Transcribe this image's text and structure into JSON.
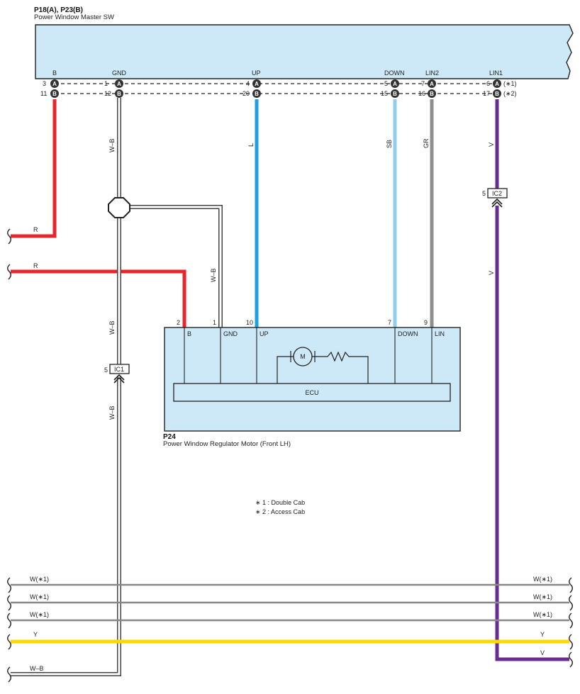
{
  "master_switch": {
    "code": "P18(A), P23(B)",
    "name": "Power Window Master SW",
    "terminals": [
      {
        "label": "B",
        "a_pin": "3",
        "b_pin": "11",
        "a_suffix": "",
        "b_suffix": ""
      },
      {
        "label": "GND",
        "a_pin": "1",
        "b_pin": "12",
        "a_suffix": "",
        "b_suffix": ""
      },
      {
        "label": "UP",
        "a_pin": "4",
        "b_pin": "20",
        "a_suffix": "",
        "b_suffix": ""
      },
      {
        "label": "DOWN",
        "a_pin": "5",
        "b_pin": "15",
        "a_suffix": "",
        "b_suffix": ""
      },
      {
        "label": "LIN2",
        "a_pin": "7",
        "b_pin": "16",
        "a_suffix": "",
        "b_suffix": ""
      },
      {
        "label": "LIN1",
        "a_pin": "6",
        "b_pin": "17",
        "a_suffix": "(∗1)",
        "b_suffix": "(∗2)"
      }
    ],
    "connector_a": "A",
    "connector_b": "B"
  },
  "motor": {
    "code": "P24",
    "name": "Power Window Regulator Motor (Front LH)",
    "terminals": [
      {
        "label": "B",
        "pin": "2"
      },
      {
        "label": "GND",
        "pin": "1"
      },
      {
        "label": "UP",
        "pin": "10"
      },
      {
        "label": "DOWN",
        "pin": "7"
      },
      {
        "label": "LIN",
        "pin": "9"
      }
    ],
    "motor_symbol": "M",
    "ecu_label": "ECU"
  },
  "wire_labels": {
    "gnd_upper": "W–B",
    "gnd_branch": "W–B",
    "gnd_lower": "W–B",
    "gnd_ic1": "W–B",
    "up": "L",
    "down": "SB",
    "lin2": "GR",
    "lin1_upper": "V",
    "lin1_lower": "V",
    "r_top": "R",
    "r_mid": "R"
  },
  "inline_connectors": [
    {
      "pin": "5",
      "name": "IC1"
    },
    {
      "pin": "5",
      "name": "IC2"
    }
  ],
  "notes": [
    "∗ 1 : Double Cab",
    "∗ 2 : Access Cab"
  ],
  "bus_lines": {
    "w1_left": "W(∗1)",
    "w1_right": "W(∗1)",
    "w2_left": "W(∗1)",
    "w2_right": "W(∗1)",
    "w3_left": "W(∗1)",
    "w3_right": "W(∗1)",
    "y_left": "Y",
    "y_right": "Y",
    "v_right": "V",
    "wb_left": "W–B"
  },
  "colors": {
    "box_fill": "#cde8f7",
    "red": "#e8242c",
    "blue_l": "#1ba1e2",
    "light_blue_sb": "#8fcfee",
    "gray_gr": "#8e8e8e",
    "violet_v": "#6a2c91",
    "yellow_y": "#ffd800",
    "white_wire_edge": "#555555"
  }
}
